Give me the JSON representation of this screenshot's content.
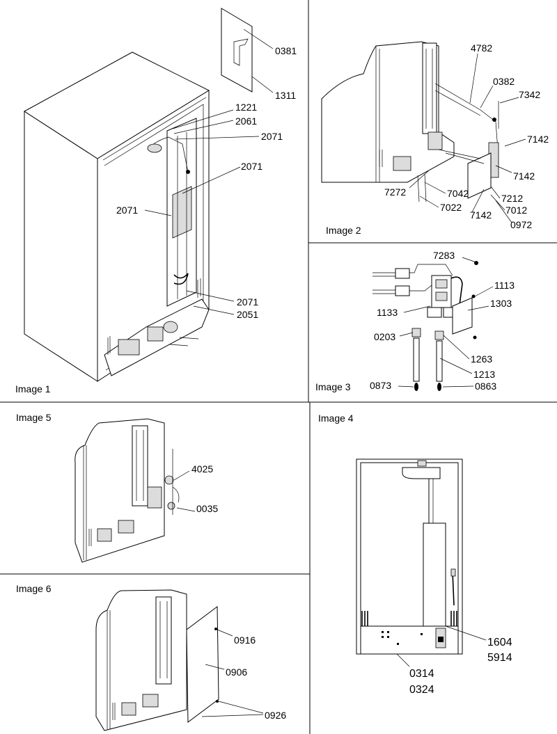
{
  "panels": [
    {
      "id": "p1",
      "title": "Image 1"
    },
    {
      "id": "p2",
      "title": "Image 2"
    },
    {
      "id": "p3",
      "title": "Image 3"
    },
    {
      "id": "p4",
      "title": "Image 4"
    },
    {
      "id": "p5",
      "title": "Image 5"
    },
    {
      "id": "p6",
      "title": "Image 6"
    }
  ],
  "callouts": {
    "p1": [
      "0381",
      "1311",
      "1221",
      "2061",
      "2071",
      "2071",
      "2071",
      "2071",
      "2051"
    ],
    "p2": [
      "4782",
      "0382",
      "7342",
      "7142",
      "7142",
      "7272",
      "7042",
      "7022",
      "7142",
      "7212",
      "7012",
      "0972"
    ],
    "p3": [
      "7283",
      "1113",
      "1303",
      "1133",
      "0203",
      "1263",
      "1213",
      "0873",
      "0863"
    ],
    "p4": [
      "1604",
      "5914",
      "0314",
      "0324"
    ],
    "p5": [
      "4025",
      "0035"
    ],
    "p6": [
      "0916",
      "0906",
      "0926"
    ]
  }
}
